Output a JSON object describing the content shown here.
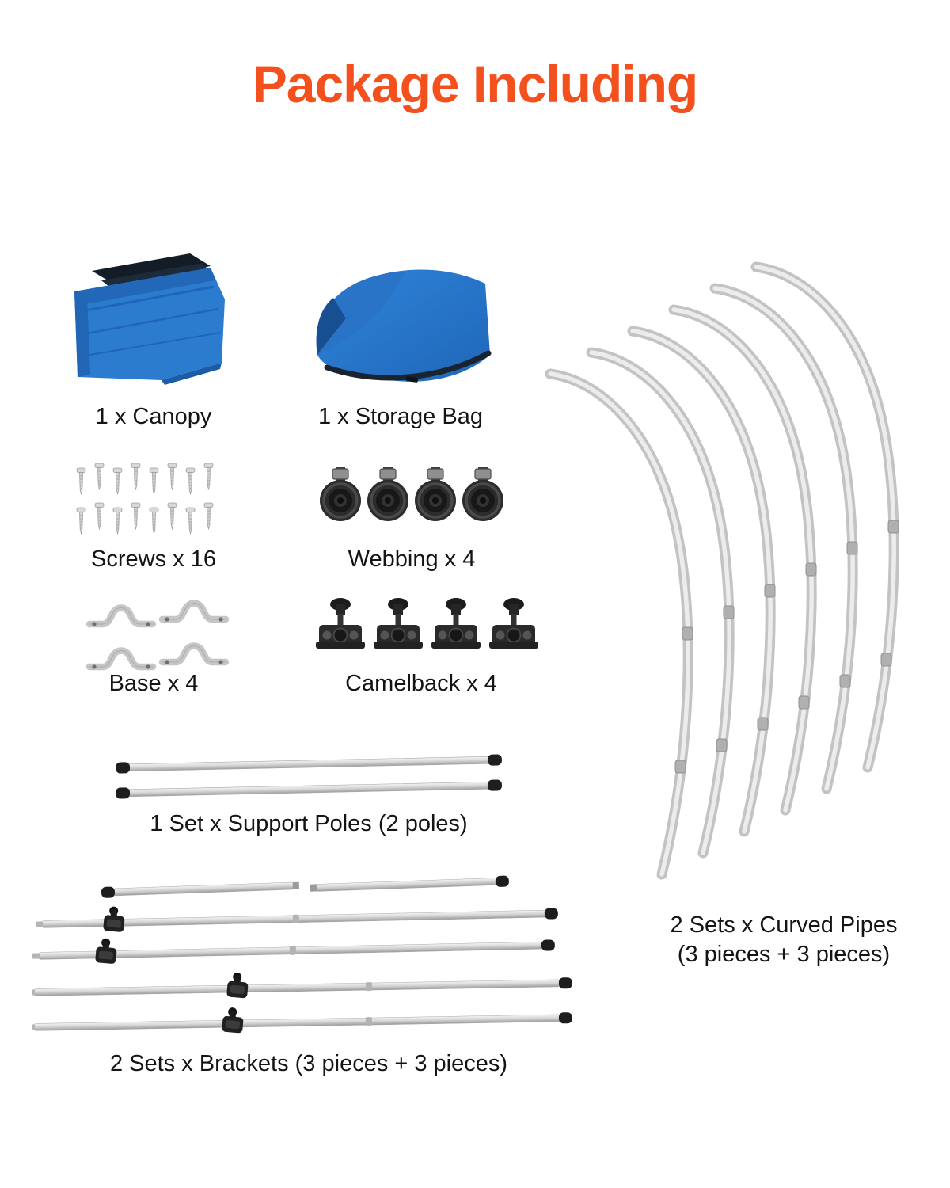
{
  "title": "Package Including",
  "accent_color": "#f4501e",
  "items": {
    "canopy": "1 x Canopy",
    "storage_bag": "1 x Storage Bag",
    "screws": "Screws x 16",
    "webbing": "Webbing x 4",
    "base": "Base x 4",
    "camelback": "Camelback x 4",
    "support_poles": "1 Set x Support Poles (2 poles)",
    "brackets": "2 Sets x Brackets (3 pieces + 3 pieces)",
    "curved_pipes_line1": "2 Sets x Curved Pipes",
    "curved_pipes_line2": "(3 pieces + 3 pieces)"
  }
}
